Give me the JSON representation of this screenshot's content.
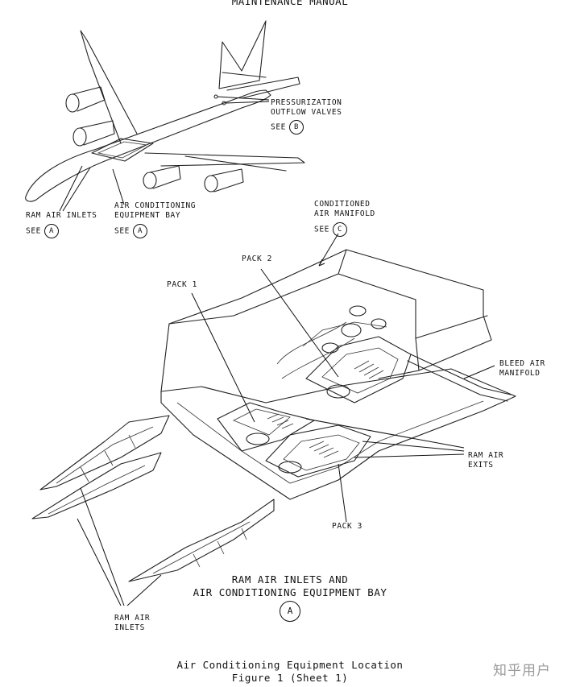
{
  "header": {
    "manual_title": "MAINTENANCE MANUAL"
  },
  "labels": {
    "pressurization": {
      "line1": "PRESSURIZATION",
      "line2": "OUTFLOW VALVES",
      "see": "SEE",
      "ref": "B"
    },
    "ram_air_inlets_top": {
      "line1": "RAM AIR INLETS",
      "see": "SEE",
      "ref": "A"
    },
    "ac_equipment_bay": {
      "line1": "AIR CONDITIONING",
      "line2": "EQUIPMENT BAY",
      "see": "SEE",
      "ref": "A"
    },
    "conditioned_manifold": {
      "line1": "CONDITIONED",
      "line2": "AIR MANIFOLD",
      "see": "SEE",
      "ref": "C"
    },
    "pack1": "PACK 1",
    "pack2": "PACK 2",
    "pack3": "PACK 3",
    "bleed_air": {
      "line1": "BLEED AIR",
      "line2": "MANIFOLD"
    },
    "ram_air_exits": {
      "line1": "RAM AIR",
      "line2": "EXITS"
    },
    "ram_air_inlets_bottom": {
      "line1": "RAM AIR",
      "line2": "INLETS"
    }
  },
  "view_title": {
    "line1": "RAM AIR INLETS AND",
    "line2": "AIR CONDITIONING EQUIPMENT BAY",
    "ref": "A"
  },
  "figure": {
    "caption": "Air Conditioning Equipment Location",
    "sheet": "Figure 1 (Sheet 1)"
  },
  "watermark": "知乎用户"
}
